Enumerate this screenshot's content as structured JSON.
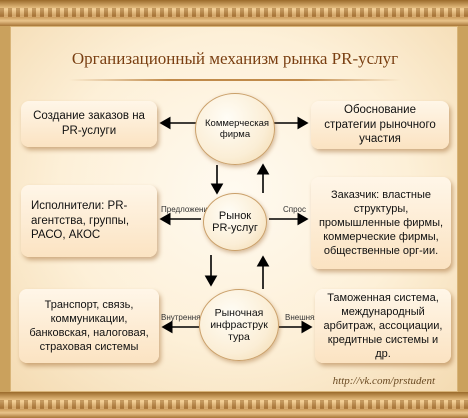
{
  "title": "Организационный механизм рынка PR-услуг",
  "nodes": {
    "firm": "Коммерческая фирма",
    "market": "Рынок PR-услуг",
    "infra": "Рыночная инфраструк тура"
  },
  "boxes": {
    "orders": "Создание заказов на PR-услуги",
    "strategy": "Обоснование стратегии рыночного участия",
    "performers": "Исполнители: PR-агентства, группы, РАСО, АКОС",
    "customer": "Заказчик: властные структуры, промышленные фирмы, коммерческие фирмы, общественные орг-ии.",
    "transport": "Транспорт, связь, коммуникации, банковская, налоговая, страховая системы",
    "customs": "Таможенная система, международный арбитраж, ассоциации, кредитные системы и др."
  },
  "labels": {
    "offer": "Предложение",
    "demand": "Спрос",
    "internal": "Внутренняя",
    "external": "Внешняя"
  },
  "watermark": "http://vk.com/prstudent",
  "colors": {
    "frame": "#caa15d",
    "title": "#7a3f12",
    "arrow": "#000000"
  }
}
